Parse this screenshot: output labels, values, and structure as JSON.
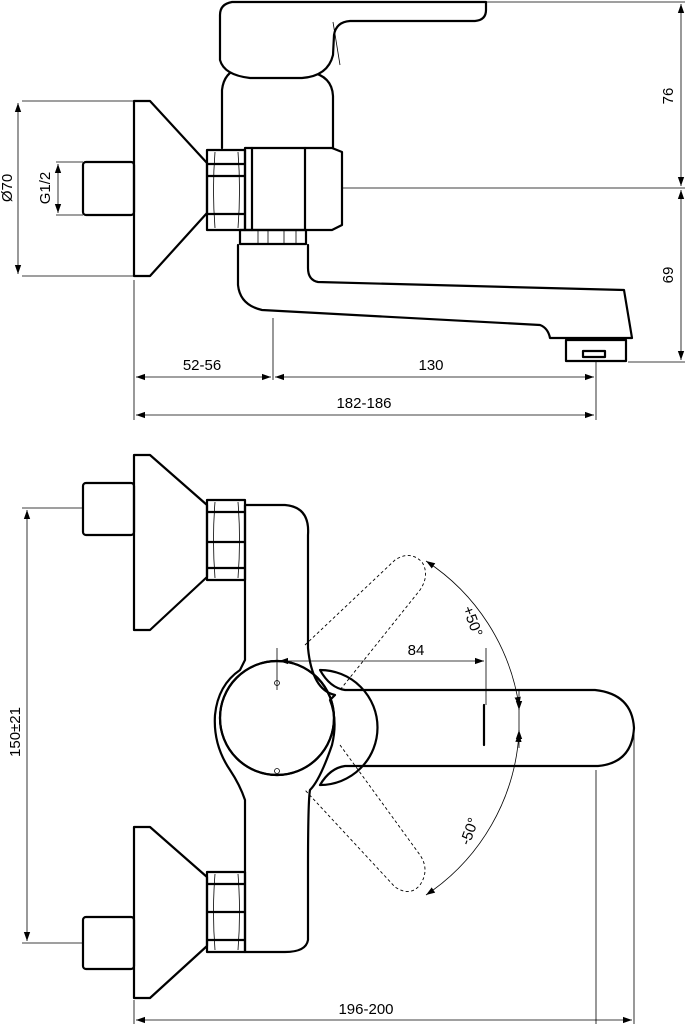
{
  "dimensions": {
    "height_upper": "76",
    "height_lower": "69",
    "diameter": "Ø70",
    "thread": "G1/2",
    "wall_to_axis": "52-56",
    "spout_reach": "130",
    "total_projection": "182-186",
    "center_distance": "150±21",
    "lever_length": "84",
    "angle_plus": "+50°",
    "angle_minus": "-50°",
    "total_width": "196-200"
  }
}
